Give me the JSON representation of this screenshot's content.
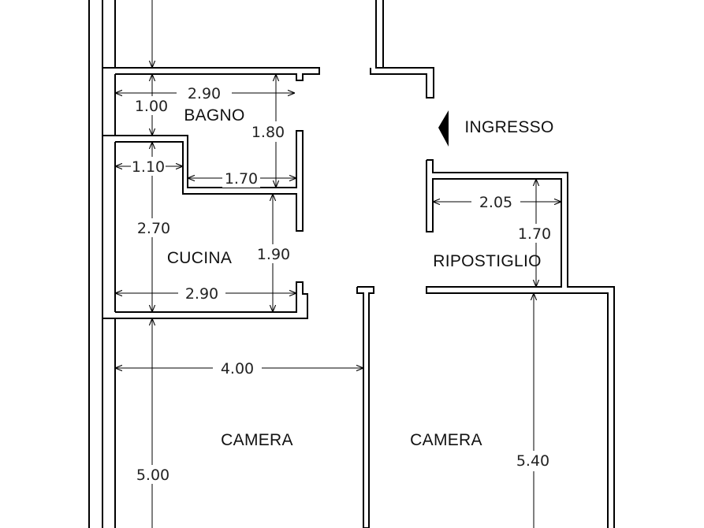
{
  "rooms": {
    "bagno": "BAGNO",
    "cucina": "CUCINA",
    "ingresso": "INGRESSO",
    "ripostiglio": "RIPOSTIGLIO",
    "camera_left": "CAMERA",
    "camera_right": "CAMERA"
  },
  "dimensions": {
    "bagno_width": "2.90",
    "bagno_height": "1.80",
    "bagno_small": "1.00",
    "bagno_bottom": "1.70",
    "cucina_small": "1.10",
    "cucina_side": "2.70",
    "cucina_height": "1.90",
    "cucina_width": "2.90",
    "ripostiglio_width": "2.05",
    "ripostiglio_height": "1.70",
    "camera_left_width": "4.00",
    "camera_left_height": "5.00",
    "camera_right_height": "5.40"
  },
  "colors": {
    "line": "#000000",
    "background": "#ffffff"
  }
}
